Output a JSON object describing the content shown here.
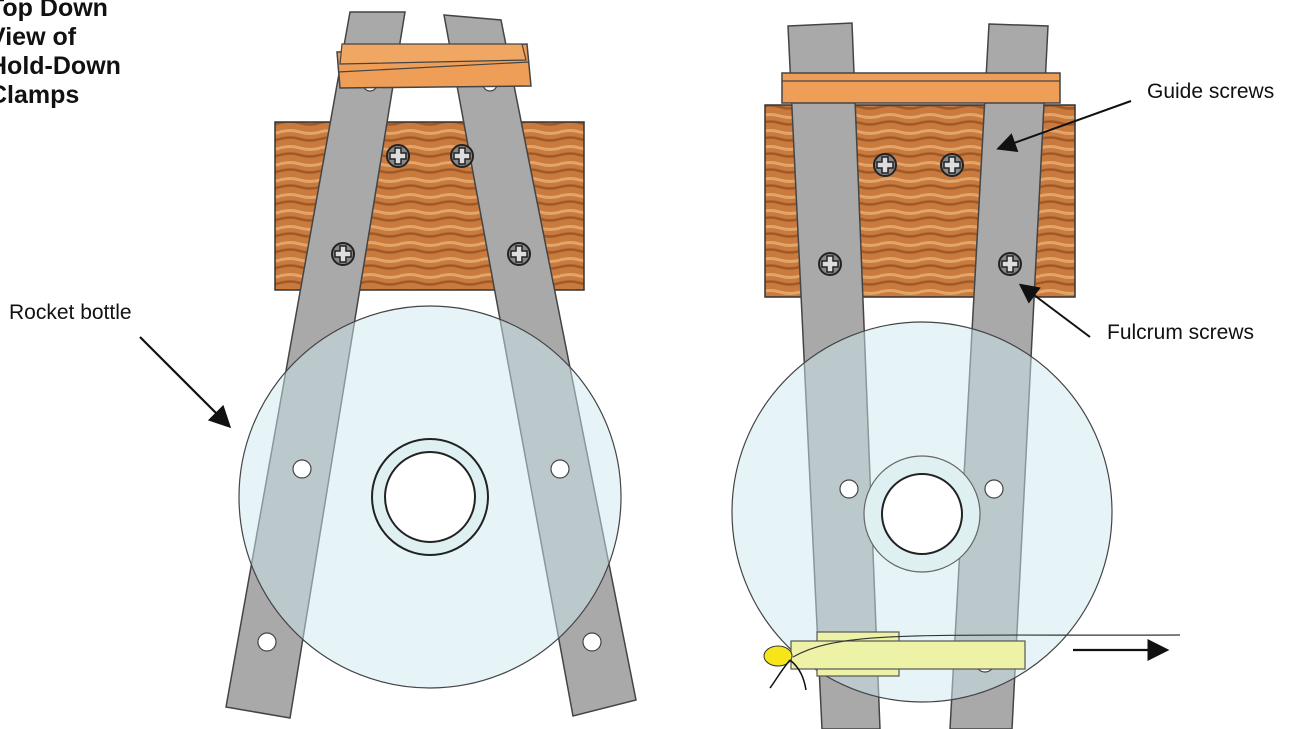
{
  "title": {
    "lines": [
      "Top Down",
      "View of",
      "Hold-Down",
      "Clamps"
    ]
  },
  "labels": {
    "rocket_bottle": "Rocket bottle",
    "guide_screws": "Guide screws",
    "fulcrum_screws": "Fulcrum screws"
  },
  "colors": {
    "clamp_strip": "#a9a9a9",
    "wood_base": "#c97a3c",
    "rubber_band": "#ef9e58",
    "bottle_fill": "#cfe9f0",
    "release_pin": "#eef2a6",
    "release_knot": "#f6e51a",
    "outline": "#333333"
  },
  "icons": [
    "phillips-screw-icon",
    "arrow-icon"
  ]
}
